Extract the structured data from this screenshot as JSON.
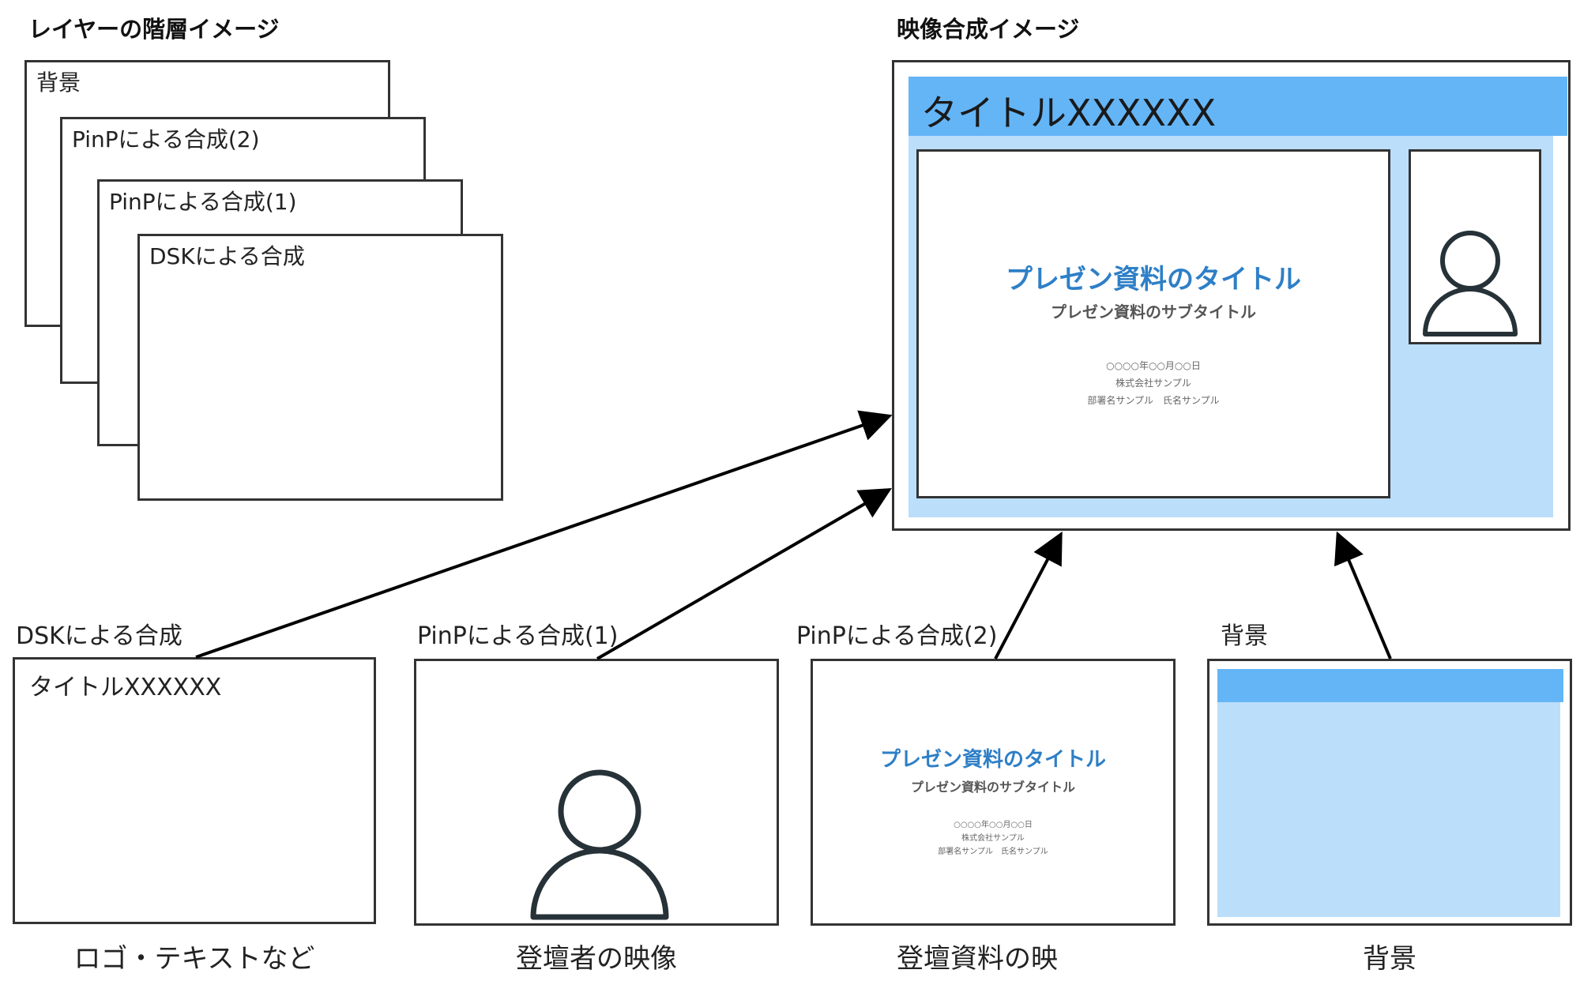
{
  "headings": {
    "layer_hierarchy": "レイヤーの階層イメージ",
    "composite": "映像合成イメージ"
  },
  "layers": {
    "background": "背景",
    "pinp2": "PinPによる合成(2)",
    "pinp1": "PinPによる合成(1)",
    "dsk": "DSKによる合成"
  },
  "composite": {
    "title_bar": "タイトルXXXXXX",
    "slide": {
      "title": "プレゼン資料のタイトル",
      "subtitle": "プレゼン資料のサブタイトル",
      "date": "○○○○年○○月○○日",
      "company": "株式会社サンプル",
      "person": "部署名サンプル　氏名サンプル"
    }
  },
  "sources": {
    "dsk": {
      "label": "DSKによる合成",
      "text": "タイトルXXXXXX",
      "caption": "ロゴ・テキストなど"
    },
    "pinp1": {
      "label": "PinPによる合成(1)",
      "caption": "登壇者の映像"
    },
    "pinp2": {
      "label": "PinPによる合成(2)",
      "caption": "登壇資料の映"
    },
    "background": {
      "label": "背景",
      "caption": "背景"
    }
  },
  "colors": {
    "title_bar": "#64b5f6",
    "background_fill": "#bbdefb",
    "slide_title": "#2e7fc7",
    "arrow": "#000000",
    "outline": "#333333"
  },
  "icons": {
    "speaker": "person-icon"
  }
}
